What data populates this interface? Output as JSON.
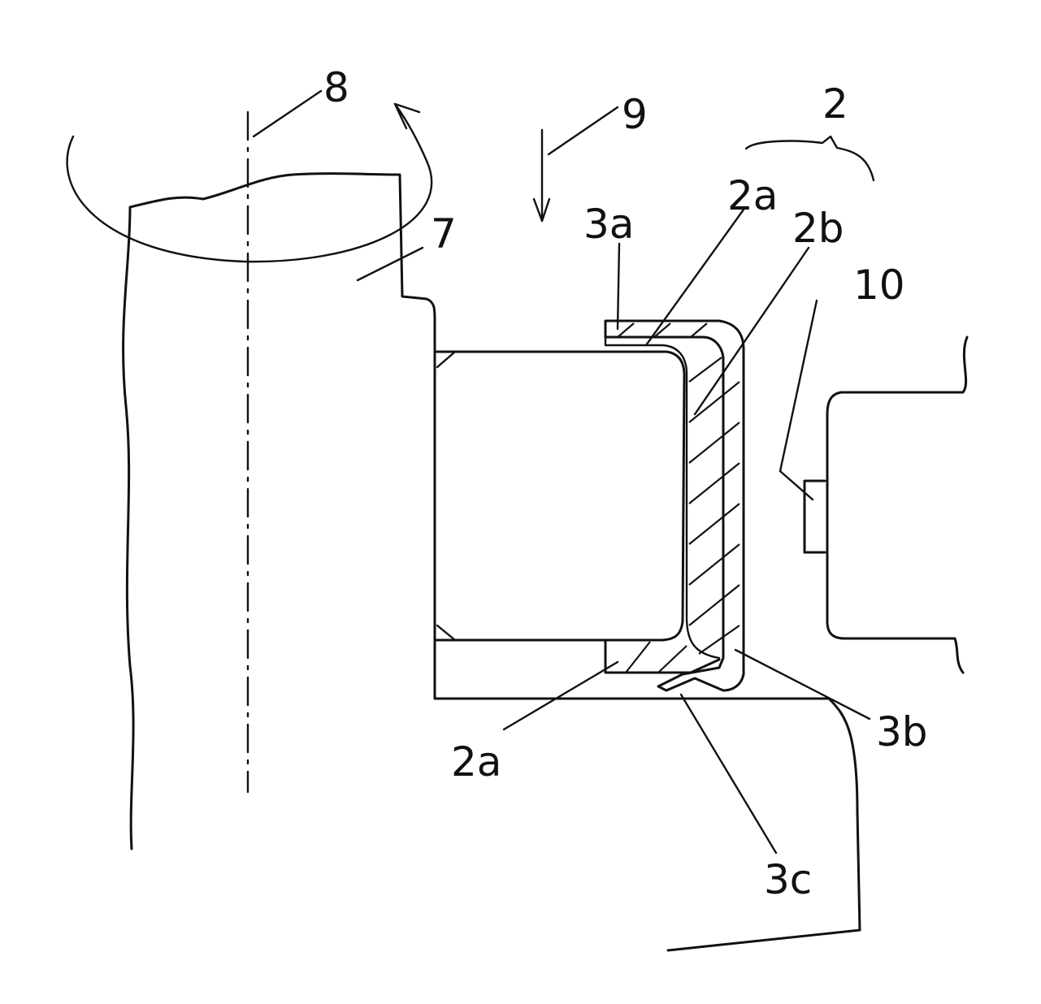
{
  "labels": {
    "l8": "8",
    "l9": "9",
    "l2": "2",
    "l7": "7",
    "l3a": "3a",
    "l2a_top": "2a",
    "l2b": "2b",
    "l10": "10",
    "l2a_bottom": "2a",
    "l3b": "3b",
    "l3c": "3c"
  },
  "colors": {
    "ink": "#111111",
    "paper": "#ffffff"
  }
}
